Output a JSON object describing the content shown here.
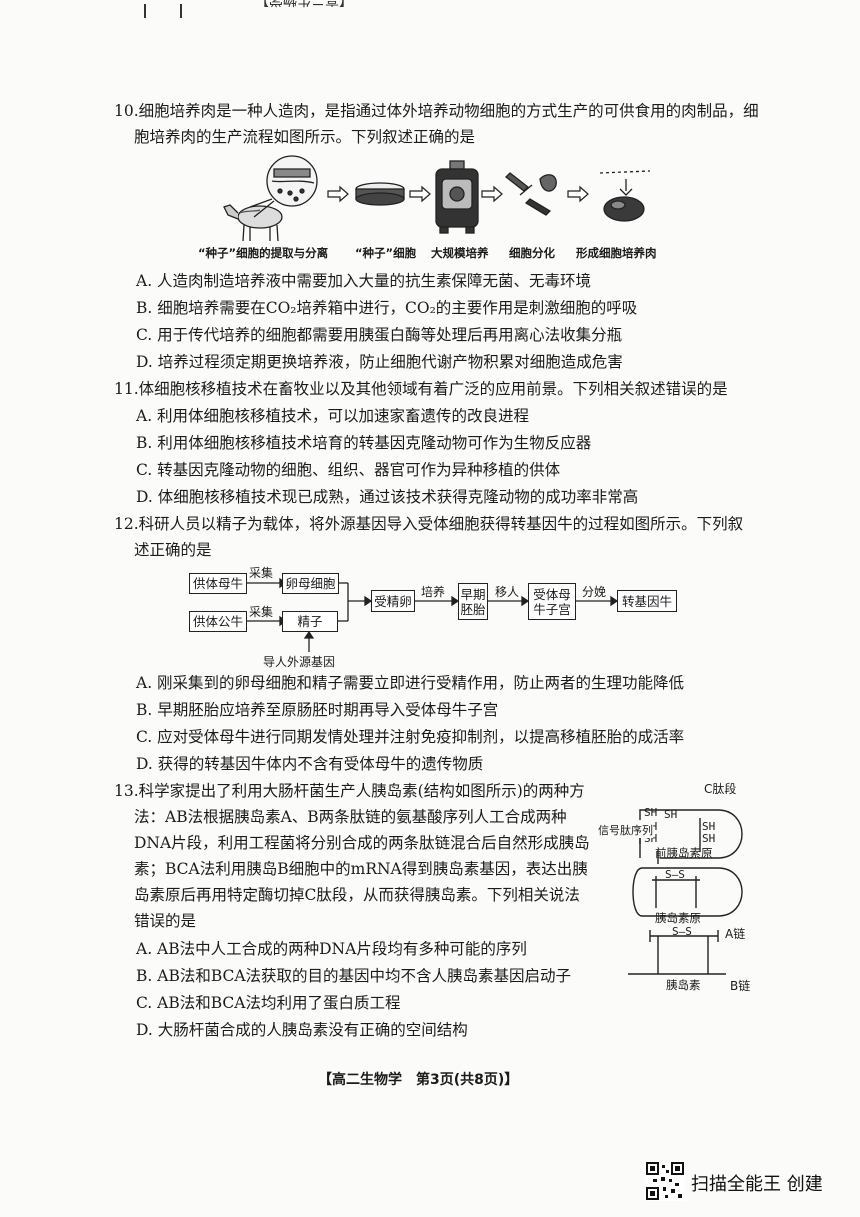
{
  "header_fragment": "【高二生物学】",
  "q10": {
    "stem_l1": "10.细胞培养肉是一种人造肉，是指通过体外培养动物细胞的方式生产的可供食用的肉制品，细",
    "stem_l2": "胞培养肉的生产流程如图所示。下列叙述正确的是",
    "captions": [
      "“种子”细胞的提取与分离",
      "“种子”细胞",
      "大规模培养",
      "细胞分化",
      "形成细胞培养肉"
    ],
    "options": [
      "A. 人造肉制造培养液中需要加入大量的抗生素保障无菌、无毒环境",
      "B. 细胞培养需要在CO₂培养箱中进行，CO₂的主要作用是刺激细胞的呼吸",
      "C. 用于传代培养的细胞都需要用胰蛋白酶等处理后再用离心法收集分瓶",
      "D. 培养过程须定期更换培养液，防止细胞代谢产物积累对细胞造成危害"
    ]
  },
  "q11": {
    "stem": "11.体细胞核移植技术在畜牧业以及其他领域有着广泛的应用前景。下列相关叙述错误的是",
    "options": [
      "A. 利用体细胞核移植技术，可以加速家畜遗传的改良进程",
      "B. 利用体细胞核移植技术培育的转基因克隆动物可作为生物反应器",
      "C. 转基因克隆动物的细胞、组织、器官可作为异种移植的供体",
      "D. 体细胞核移植技术现已成熟，通过该技术获得克隆动物的成功率非常高"
    ]
  },
  "q12": {
    "stem_l1": "12.科研人员以精子为载体，将外源基因导入受体细胞获得转基因牛的过程如图所示。下列叙",
    "stem_l2": "述正确的是",
    "flow": {
      "donor_cow": "供体母牛",
      "donor_bull": "供体公牛",
      "collect": "采集",
      "egg": "卵母细胞",
      "sperm": "精子",
      "fertilized": "受精卵",
      "culture": "培养",
      "early_embryo_1": "早期",
      "early_embryo_2": "胚胎",
      "transfer": "移人",
      "recipient_1": "受体母",
      "recipient_2": "牛子宫",
      "delivery": "分娩",
      "transgenic": "转基因牛",
      "import_gene": "导人外源基因"
    },
    "options": [
      "A. 刚采集到的卵母细胞和精子需要立即进行受精作用，防止两者的生理功能降低",
      "B. 早期胚胎应培养至原肠胚时期再导入受体母牛子宫",
      "C. 应对受体母牛进行同期发情处理并注射免疫抑制剂，以提高移植胚胎的成活率",
      "D. 获得的转基因牛体内不含有受体母牛的遗传物质"
    ]
  },
  "q13": {
    "stem_lines": [
      "13.科学家提出了利用大肠杆菌生产人胰岛素(结构如图所示)的两种方",
      "法：AB法根据胰岛素A、B两条肽链的氨基酸序列人工合成两种",
      "DNA片段，利用工程菌将分别合成的两条肽链混合后自然形成胰岛",
      "素；BCA法利用胰岛B细胞中的mRNA得到胰岛素基因，表达出胰",
      "岛素原后再用特定酶切掉C肽段，从而获得胰岛素。下列相关说法",
      "错误的是"
    ],
    "diagram": {
      "c_peptide": "C肽段",
      "sh": "SH",
      "signal_peptide": "信号肽序列",
      "preproinsulin": "前胰岛素原",
      "ss": "S–S",
      "proinsulin": "胰岛素原",
      "insulin": "胰岛素",
      "a_chain": "A链",
      "b_chain": "B链"
    },
    "options": [
      "A. AB法中人工合成的两种DNA片段均有多种可能的序列",
      "B. AB法和BCA法获取的目的基因中均不含人胰岛素基因启动子",
      "C. AB法和BCA法均利用了蛋白质工程",
      "D. 大肠杆菌合成的人胰岛素没有正确的空间结构"
    ]
  },
  "footer": "【高二生物学　第3页(共8页)】",
  "watermark": "扫描全能王 创建"
}
